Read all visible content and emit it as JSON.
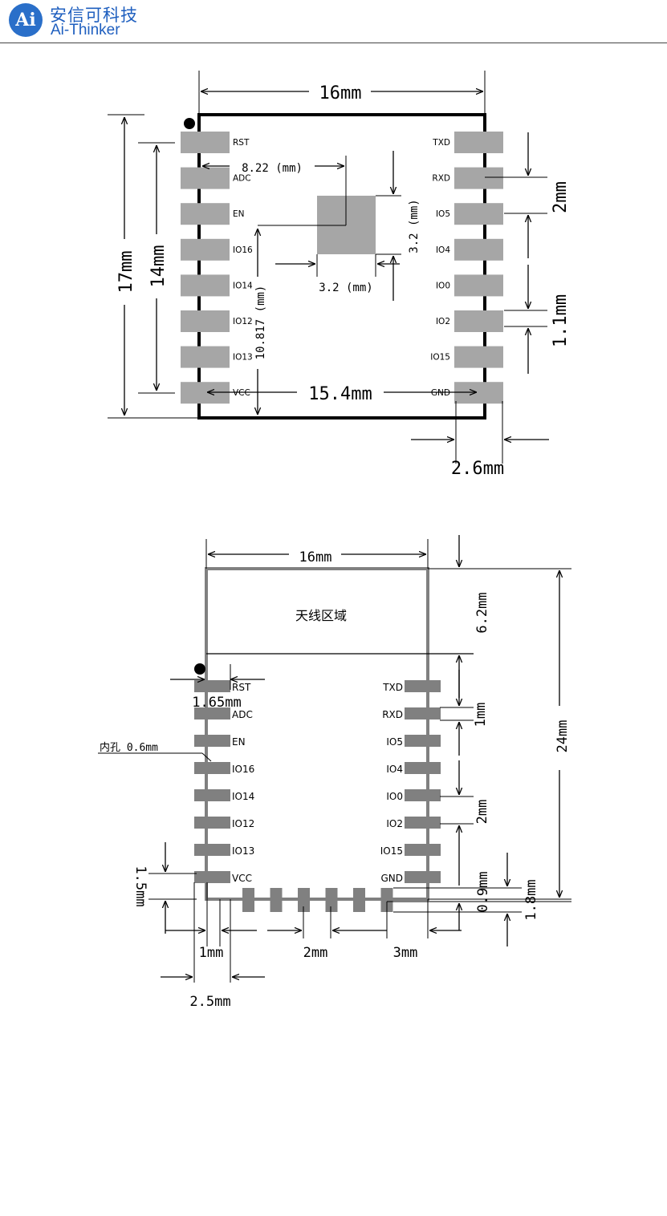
{
  "header": {
    "logo_mark": "Ai",
    "brand_cn": "安信可科技",
    "brand_en": "Ai-Thinker"
  },
  "diagram_top": {
    "pins_left": [
      "RST",
      "ADC",
      "EN",
      "IO16",
      "IO14",
      "IO12",
      "IO13",
      "VCC"
    ],
    "pins_right": [
      "TXD",
      "RXD",
      "IO5",
      "IO4",
      "IO0",
      "IO2",
      "IO15",
      "GND"
    ],
    "dims": {
      "width": "16mm",
      "height": "17mm",
      "pin_span": "14mm",
      "pad_offset_x": "8.22 (mm)",
      "pad_offset_y": "10.817 (mm)",
      "pad_w": "3.2 (mm)",
      "pad_h": "3.2 (mm)",
      "pin_row_span": "15.4mm",
      "pin_pitch": "2mm",
      "pin_width": "1.1mm",
      "pin_length": "2.6mm"
    }
  },
  "diagram_bottom": {
    "antenna_label": "天线区域",
    "pins_left": [
      "RST",
      "ADC",
      "EN",
      "IO16",
      "IO14",
      "IO12",
      "IO13",
      "VCC"
    ],
    "pins_right": [
      "TXD",
      "RXD",
      "IO5",
      "IO4",
      "IO0",
      "IO2",
      "IO15",
      "GND"
    ],
    "dims": {
      "width": "16mm",
      "height": "24mm",
      "antenna": "6.2mm",
      "edge_offset": "1.65mm",
      "hole": "内孔 0.6mm",
      "pin_w": "1mm",
      "pitch": "2mm",
      "bottom_edge": "1.5mm",
      "bottom_pitch": "2mm",
      "bottom_offset": "3mm",
      "pad_w_bottom": "1mm",
      "pad_len": "2.5mm",
      "pad_h": "0.9mm",
      "pad_len_r": "1.8mm"
    }
  }
}
